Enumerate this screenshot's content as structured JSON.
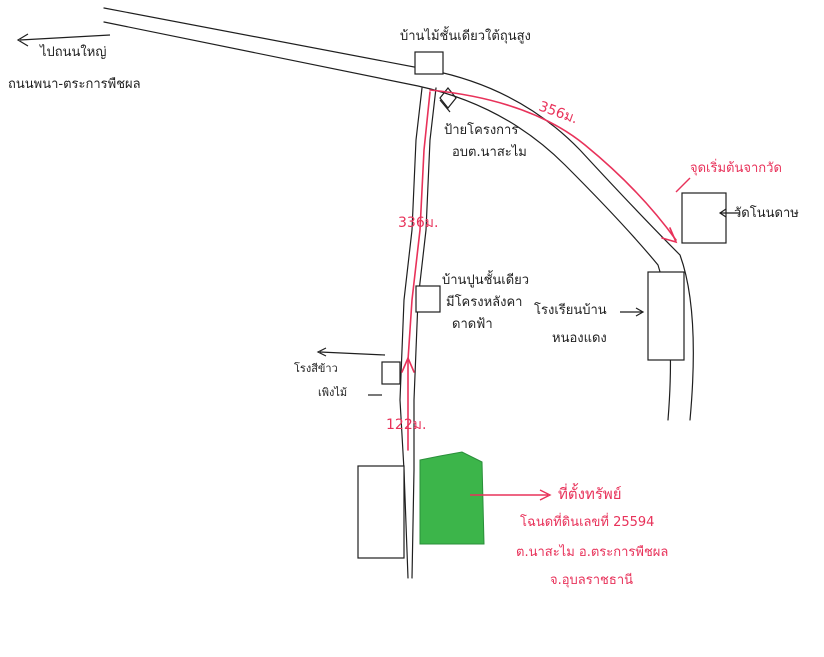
{
  "colors": {
    "ink": "#1f1f1f",
    "route": "#e8325a",
    "site_fill": "#3cb54a"
  },
  "labels": {
    "to_main_road": "ไปถนนใหญ่",
    "road_name": "ถนนพนา-ตระการพืชผล",
    "house_top": "บ้านไม้ชั้นเดียวใต้ถุนสูง",
    "project_sign_1": "ป้ายโครงการ",
    "project_sign_2": "อบต.นาสะไม",
    "start_point": "จุดเริ่มต้นจากวัด",
    "temple": "วัดโนนดาษ",
    "house_mid_1": "บ้านปูนชั้นเดียว",
    "house_mid_2": "มีโครงหลังคา",
    "house_mid_3": "ดาดฟ้า",
    "school_1": "โรงเรียนบ้าน",
    "school_2": "หนองแดง",
    "rice_mill": "โรงสีข้าว",
    "garden_shed": "เพิงไม้",
    "site_title": "ที่ตั้งทรัพย์",
    "deed": "โฉนดที่ดินเลขที่ 25594",
    "address_1": "ต.นาสะไม  อ.ตระการพืชผล",
    "address_2": "จ.อุบลราชธานี"
  },
  "distances": {
    "curve_segment": "356ม.",
    "straight_segment": "336ม.",
    "final_segment": "122ม."
  }
}
